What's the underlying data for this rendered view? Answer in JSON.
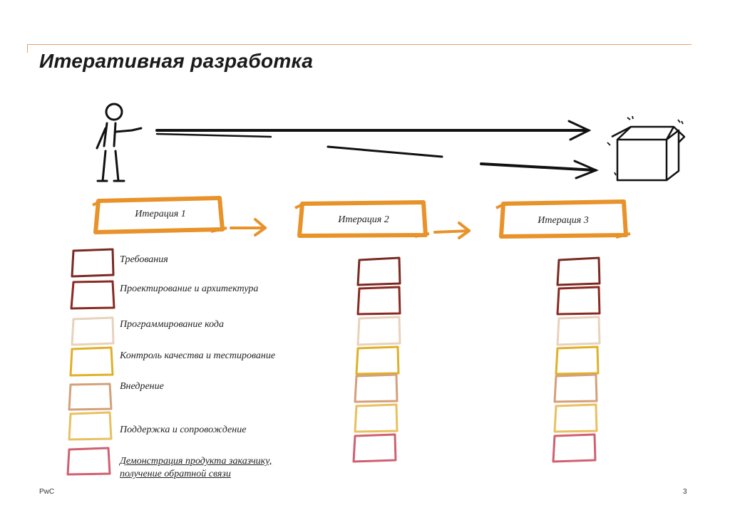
{
  "title": "Итеративная разработка",
  "iterations": [
    {
      "label": "Итерация 1"
    },
    {
      "label": "Итерация 2"
    },
    {
      "label": "Итерация 3"
    }
  ],
  "legend": [
    {
      "label": "Требования",
      "color": "#7a2a22"
    },
    {
      "label": "Проектирование и архитектура",
      "color": "#8a2a22"
    },
    {
      "label": "Программирование кода",
      "color": "#e8d2bc"
    },
    {
      "label": "Контроль качества и тестирование",
      "color": "#e0b028"
    },
    {
      "label": "Внедрение",
      "color": "#d4a07a"
    },
    {
      "label": "Поддержка и сопровождение",
      "color": "#e8c060"
    },
    {
      "label": "Демонстрация продукта заказчику, получение обратной связи",
      "line1": "Демонстрация продукта заказчику,",
      "line2": "получение обратной связи",
      "color": "#d06070"
    }
  ],
  "colors": {
    "accent": "#e8922a",
    "rule": "#e0a070"
  },
  "icons": [
    "stick-figure-icon",
    "box-icon",
    "arrow-icon"
  ],
  "footer": {
    "brand": "PwC",
    "page": "3"
  }
}
